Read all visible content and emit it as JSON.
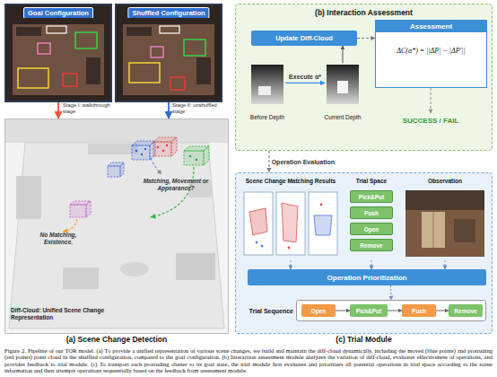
{
  "diagram": {
    "caption": "Figure 2. Pipeline of our TOR model. (a) To provide a unified representation of various scene changes, we build and maintain the diff-cloud dynamically, including the moved (blue points) and protruding (red points) point cloud in the shuffled configuration, compared to the goal configuration. (b) Interaction assessment module analyzes the variation of diff-cloud, evaluates effectiveness of operations, and provides feedback to trial module. (c) To transport each protruding cluster to its goal state, the trial module first evaluates and prioritizes all potential operations in trial space according to the scene information and then attempts operations sequentially based on the feedback from assessment module.",
    "nodes": [
      {
        "text": [
          "Goal Configuration"
        ]
      },
      {
        "text": [
          "Shuffled Configuration"
        ]
      },
      {
        "text": [
          "(a) Scene Change Detection"
        ]
      },
      {
        "text": [
          "(b) Interaction Assessment"
        ]
      },
      {
        "text": [
          "Update Diff-Cloud"
        ],
        "in": 3
      },
      {
        "text": [
          "Assessment",
          "ΔC(α*) = ||ΔP| − |ΔP′||"
        ],
        "in": 3
      },
      {
        "text": [
          "Before Depth"
        ],
        "in": 3
      },
      {
        "text": [
          "Current Depth"
        ],
        "in": 3
      },
      {
        "text": [
          "(c) Trial Module"
        ]
      },
      {
        "text": [
          "Scene Change Matching Results"
        ],
        "in": 8
      },
      {
        "text": [
          "Trial Space"
        ],
        "in": 8
      },
      {
        "text": [
          "Pick&Put"
        ],
        "in": 10
      },
      {
        "text": [
          "Push"
        ],
        "in": 10
      },
      {
        "text": [
          "Open"
        ],
        "in": 10
      },
      {
        "text": [
          "Remove"
        ],
        "in": 10
      },
      {
        "text": [
          "Observation"
        ],
        "in": 8
      },
      {
        "text": [
          "Operation Prioritization"
        ],
        "in": 8
      },
      {
        "text": [
          "Trial Sequence"
        ],
        "in": 8
      },
      {
        "text": [
          "Open"
        ],
        "in": 17
      },
      {
        "text": [
          "Pick&Put"
        ],
        "in": 17
      },
      {
        "text": [
          "Push"
        ],
        "in": 17
      },
      {
        "text": [
          "Remove"
        ],
        "in": 17
      }
    ],
    "edges": [
      {
        "from": 0,
        "to": 2,
        "arrow": "to"
      },
      {
        "from": 1,
        "to": 2,
        "arrow": "to"
      },
      {
        "from": 6,
        "to": 7,
        "label": "Execute α*",
        "arrow": "to"
      },
      {
        "from": 7,
        "to": 4,
        "arrow": "to"
      },
      {
        "from": 4,
        "to": 5,
        "arrow": "to"
      },
      {
        "from": 3,
        "to": 8,
        "label": "Operation Evaluation",
        "arrow": "to"
      },
      {
        "from": 9,
        "to": 16,
        "arrow": "to"
      },
      {
        "from": 10,
        "to": 16,
        "arrow": "to"
      },
      {
        "from": 15,
        "to": 16,
        "arrow": "to"
      },
      {
        "from": 16,
        "to": 17,
        "arrow": "to"
      },
      {
        "from": 18,
        "to": 19,
        "arrow": "to"
      },
      {
        "from": 19,
        "to": 20,
        "arrow": "to"
      },
      {
        "from": 20,
        "to": 21,
        "arrow": "to"
      }
    ],
    "labels": [
      "Stage I: walkthrough stage",
      "Stage II: unshuffled stage",
      "Matching, Movement or Appearance?",
      "No Matching, Existence.",
      "Diff-Cloud: Unified Scene Change Representation",
      "SUCCESS / FAIL"
    ]
  }
}
